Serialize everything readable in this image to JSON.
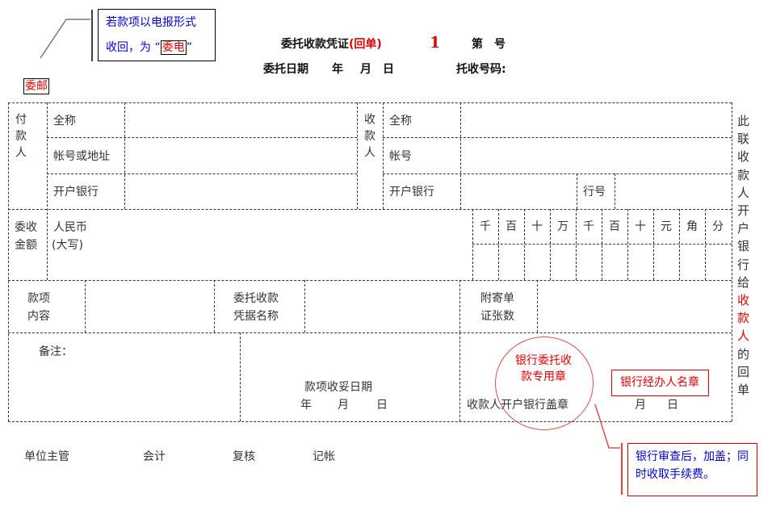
{
  "header": {
    "title": "委托收款凭证",
    "title_suffix": "(回单)",
    "copy_number": "1",
    "number_label": "第　号",
    "date_label": "委托日期",
    "year": "年",
    "month": "月",
    "day": "日",
    "collection_no_label": "托收号码:"
  },
  "annotations": {
    "telegraph_note_line1": "若款项以电报形式",
    "telegraph_note_line2_prefix": "收回，为 “",
    "telegraph_note_boxed": "委电",
    "telegraph_note_line2_suffix": "”",
    "mail_stamp": "委邮",
    "bank_review_note": "银行审查后，加盖；同时收取手续费。",
    "circle_stamp": "银行委托收款专用章",
    "agent_stamp": "银行经办人名章"
  },
  "payer": {
    "side_label": "付款人",
    "full_name_label": "全称",
    "account_label": "帐号或地址",
    "bank_label": "开户银行"
  },
  "payee": {
    "side_label": "收款人",
    "full_name_label": "全称",
    "account_label": "帐号",
    "bank_label": "开户银行",
    "bank_code_label": "行号"
  },
  "amount": {
    "label_line1": "委收",
    "label_line2": "金额",
    "currency_line1": "人民币",
    "currency_line2": "(大写)",
    "digit_headers": [
      "千",
      "百",
      "十",
      "万",
      "千",
      "百",
      "十",
      "元",
      "角",
      "分"
    ]
  },
  "details": {
    "item_label_line1": "款项",
    "item_label_line2": "内容",
    "doc_label_line1": "委托收款",
    "doc_label_line2": "凭据名称",
    "attach_label_line1": "附寄单",
    "attach_label_line2": "证张数"
  },
  "footer_section": {
    "remarks_label": "备注：",
    "receipt_date_label": "款项收妥日期",
    "receipt_year": "年",
    "receipt_month": "月",
    "receipt_day": "日",
    "bank_seal_label": "收款人开户银行盖章",
    "seal_month": "月",
    "seal_day": "日"
  },
  "side_note": {
    "normal_top": "此联收款人开户银行给",
    "highlight": "收款人",
    "normal_bottom": "的回单"
  },
  "signatures": [
    "单位主管",
    "会计",
    "复核",
    "记帐"
  ],
  "colors": {
    "accent_red": "#e00000",
    "note_blue": "#0000cc",
    "line": "#333333"
  }
}
